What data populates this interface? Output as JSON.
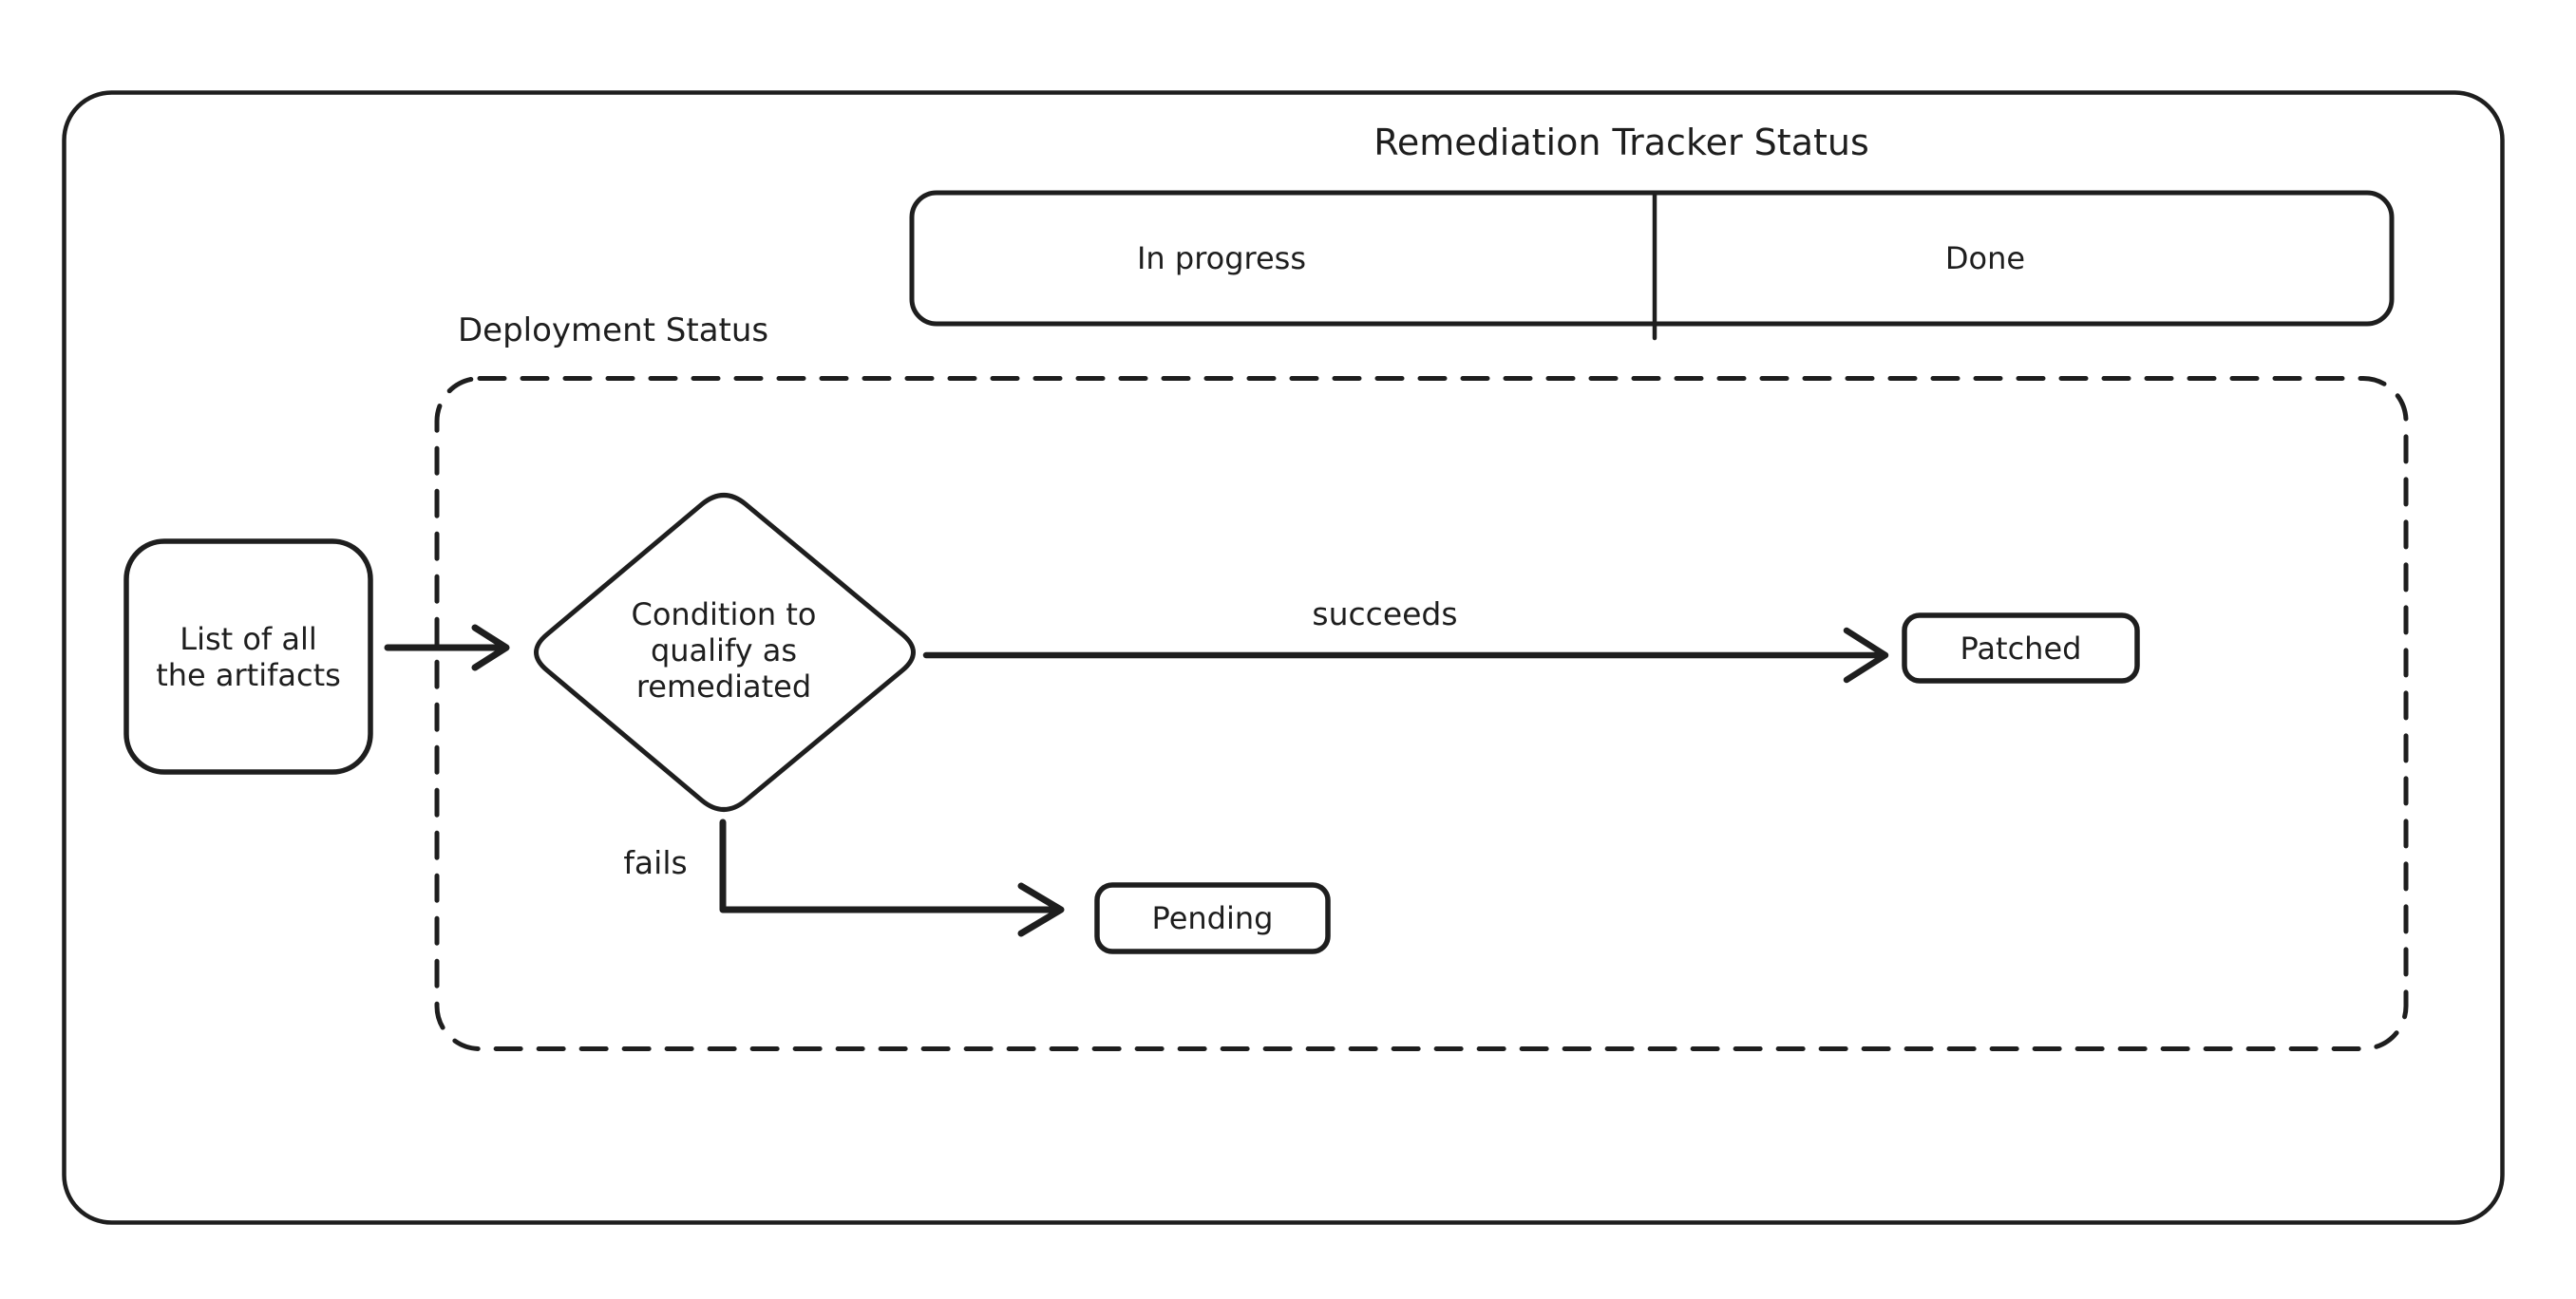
{
  "colors": {
    "stroke": "#1e1e1e",
    "background": "#ffffff"
  },
  "title": "Remediation Tracker Status",
  "tracker": {
    "in_progress_label": "In progress",
    "done_label": "Done"
  },
  "deployment": {
    "label": "Deployment Status"
  },
  "nodes": {
    "artifacts": "List of all\nthe artifacts",
    "condition": "Condition to\nqualify as\nremediated",
    "patched": "Patched",
    "pending": "Pending"
  },
  "edge_labels": {
    "succeeds": "succeeds",
    "fails": "fails"
  }
}
